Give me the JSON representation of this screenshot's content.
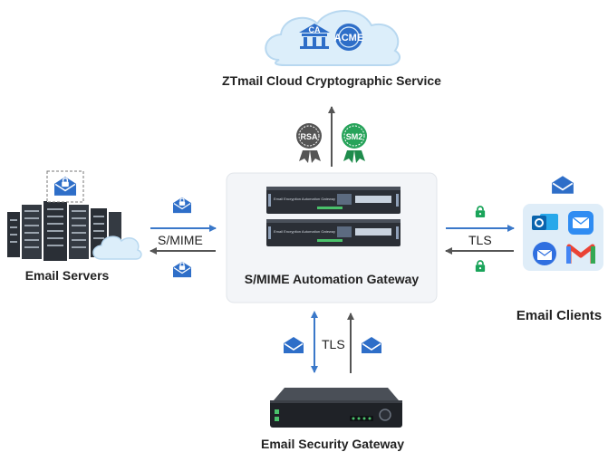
{
  "cloud": {
    "title": "ZTmail Cloud Cryptographic Service",
    "ca_badge": "CA",
    "acme_badge": "ACME"
  },
  "algorithms": {
    "rsa": "RSA",
    "sm2": "SM2"
  },
  "servers": {
    "label": "Email Servers",
    "protocol": "S/MIME"
  },
  "gateway": {
    "label": "S/MIME Automation Gateway",
    "unit_text": "Email Encryption Automation Gateway"
  },
  "clients": {
    "label": "Email Clients",
    "protocol": "TLS"
  },
  "security_gateway": {
    "label": "Email Security Gateway",
    "protocol": "TLS"
  },
  "colors": {
    "envelope_blue": "#2e6ec8",
    "lock_green": "#1aa45a",
    "arrow_blue": "#3a78c9",
    "arrow_dark": "#555555",
    "sm2_green": "#27a35a",
    "cloud_fill": "#dceefa"
  }
}
